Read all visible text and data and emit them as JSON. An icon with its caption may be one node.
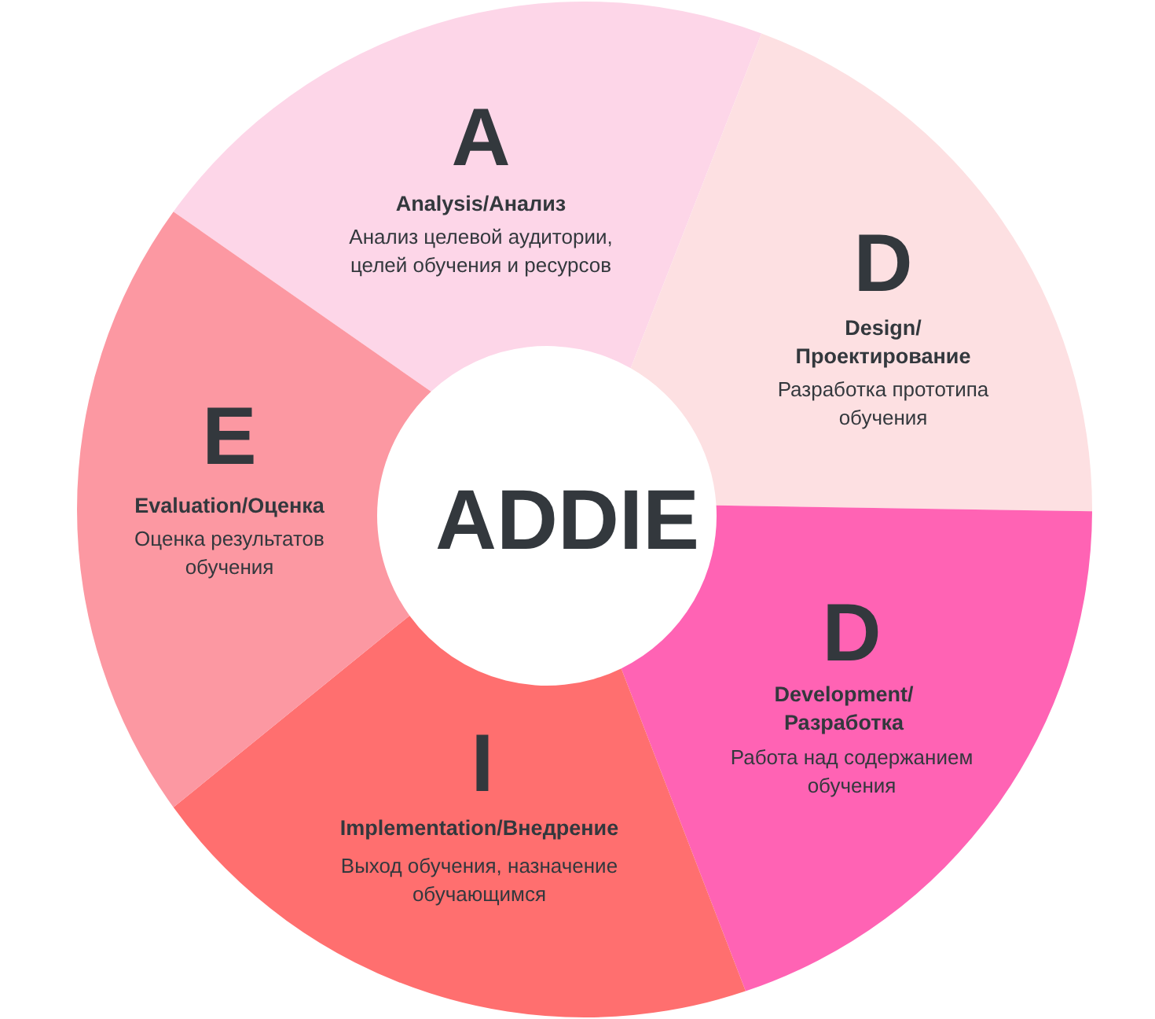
{
  "diagram": {
    "nodes": [
      {
        "text": [
          "ADDIE"
        ]
      },
      {
        "text": [
          "A",
          "Analysis/Анализ",
          "Анализ целевой аудитории, целей обучения и ресурсов"
        ]
      },
      {
        "text": [
          "D",
          "Design/ Проектирование",
          "Разработка прототипа обучения"
        ]
      },
      {
        "text": [
          "D",
          "Development/ Разработка",
          "Работа над содержанием обучения"
        ]
      },
      {
        "text": [
          "I",
          "Implementation/Внедрение",
          "Выход обучения, назначение обучающимся"
        ]
      },
      {
        "text": [
          "E",
          "Evaluation/Оценка",
          "Оценка результатов обучения"
        ]
      }
    ]
  }
}
